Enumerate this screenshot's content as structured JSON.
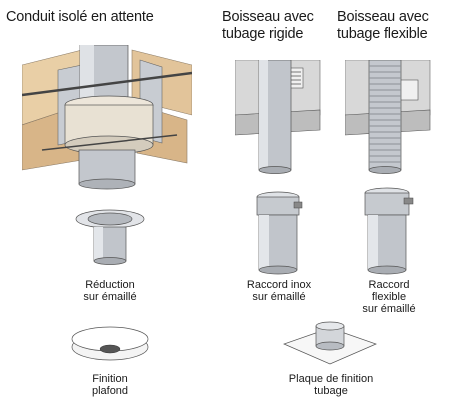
{
  "headers": {
    "col1": "Conduit isolé en attente",
    "col2_line1": "Boisseau avec",
    "col2_line2": "tubage rigide",
    "col3_line1": "Boisseau avec",
    "col3_line2": "tubage flexible"
  },
  "labels": {
    "reduction_line1": "Réduction",
    "reduction_line2": "sur émaillé",
    "raccord_inox_line1": "Raccord inox",
    "raccord_inox_line2": "sur émaillé",
    "raccord_flexible_line1": "Raccord",
    "raccord_flexible_line2": "flexible",
    "raccord_flexible_line3": "sur émaillé",
    "finition_line1": "Finition",
    "finition_line2": "plafond",
    "plaque_line1": "Plaque de finition",
    "plaque_line2": "tubage"
  },
  "colors": {
    "metal": "#b9bdc4",
    "beam": "#e6c79a",
    "insulation": "#d9d4cc"
  }
}
